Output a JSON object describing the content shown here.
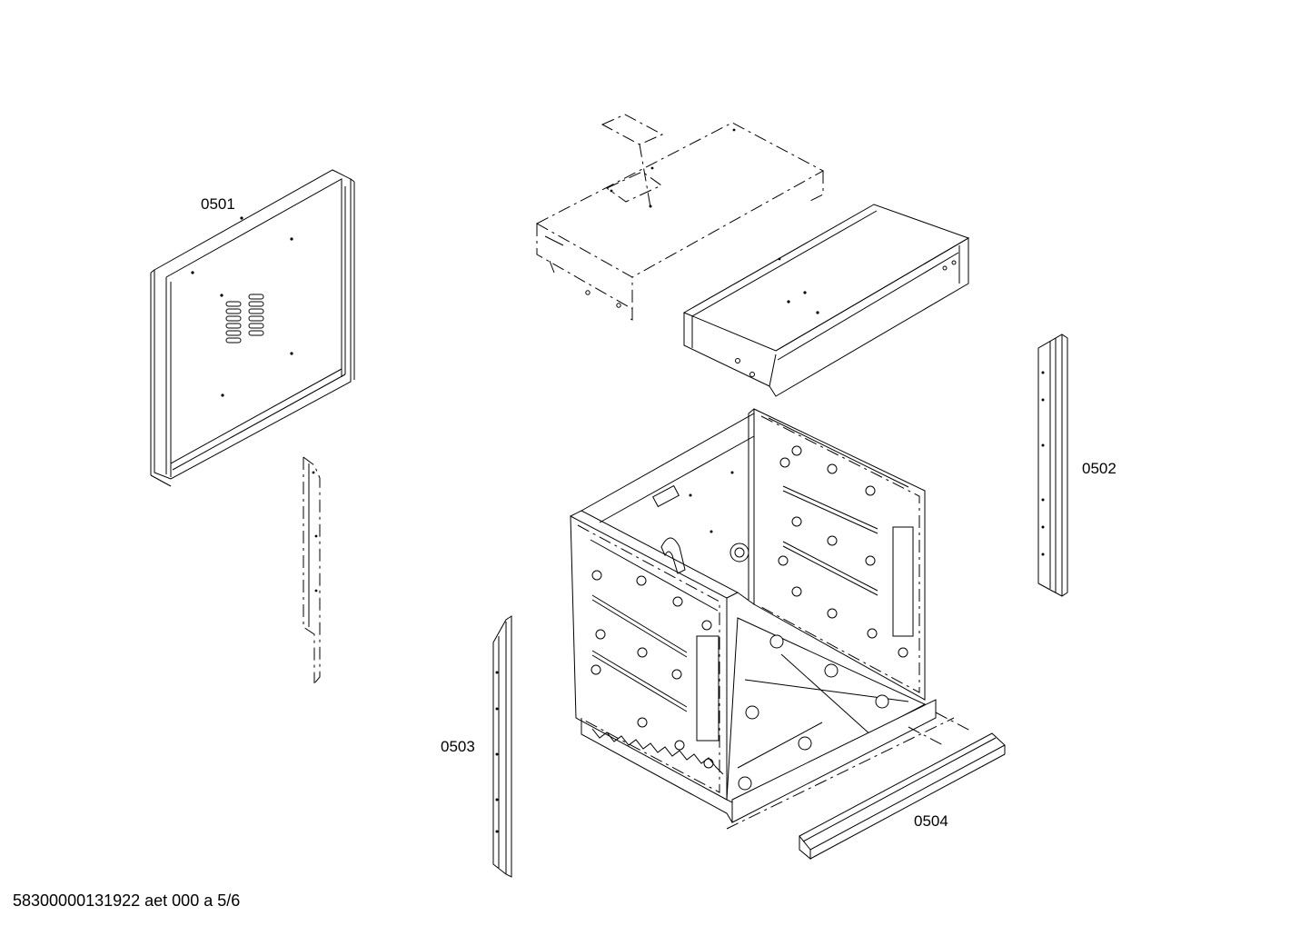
{
  "drawing": {
    "part_labels": {
      "p0501": "0501",
      "p0502": "0502",
      "p0503": "0503",
      "p0504": "0504"
    },
    "document_reference": "58300000131922 aet 000 a 5/6"
  }
}
